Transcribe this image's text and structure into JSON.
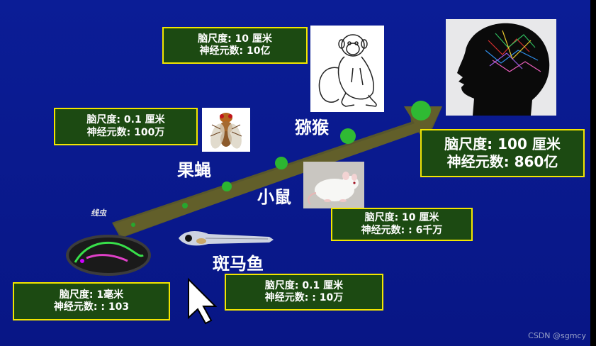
{
  "colors": {
    "background": "#0a1a8c",
    "box_fill": "#1c4a12",
    "box_border": "#f2e600",
    "arrow": "#5c5a28",
    "dot": "#22b02a"
  },
  "boxes": {
    "monkey": {
      "size": "脑尺度: 10 厘米",
      "neurons": "神经元数: 10亿"
    },
    "fly": {
      "size": "脑尺度: 0.1 厘米",
      "neurons": "神经元数: 100万"
    },
    "human": {
      "size": "脑尺度: 100 厘米",
      "neurons": "神经元数:  860亿"
    },
    "mouse": {
      "size": "脑尺度: 10 厘米",
      "neurons": "神经元数: : 6千万"
    },
    "zebrafish": {
      "size": "脑尺度: 0.1 厘米",
      "neurons": "神经元数: : 10万"
    },
    "worm": {
      "size": "脑尺度: 1毫米",
      "neurons": "神经元数: : 103"
    }
  },
  "labels": {
    "monkey": "猕猴",
    "fly": "果蝇",
    "mouse": "小鼠",
    "zebrafish": "斑马鱼",
    "worm": "线虫"
  },
  "icons": [
    "monkey-drawing",
    "fruit-fly-photo",
    "human-brain-silhouette",
    "white-mouse-photo",
    "zebrafish-larva-photo",
    "c-elegans-worm-photo",
    "mouse-cursor-icon"
  ],
  "watermark": "CSDN @sgmcy"
}
